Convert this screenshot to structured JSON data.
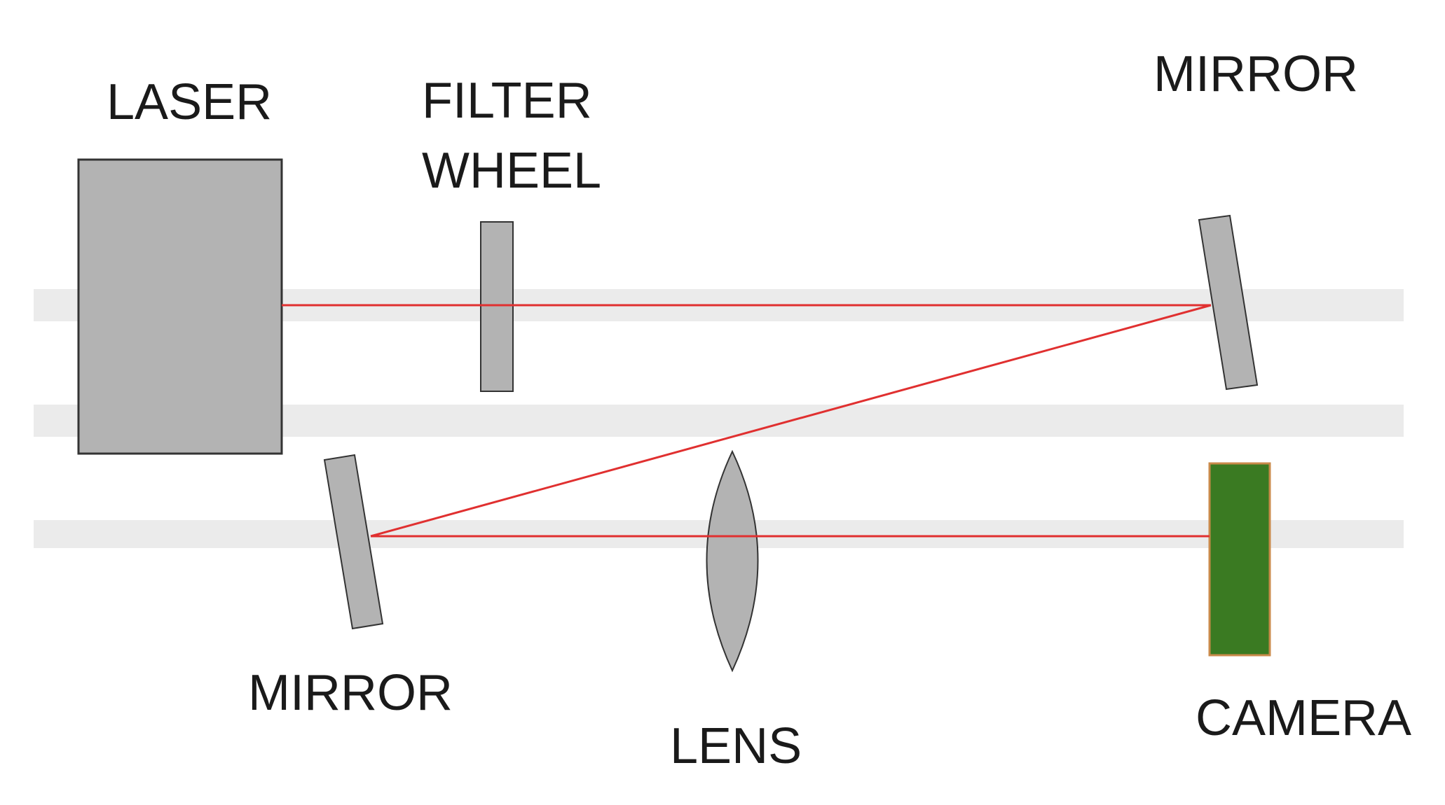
{
  "labels": {
    "laser": "LASER",
    "filter_wheel_line1": "FILTER",
    "filter_wheel_line2": "WHEEL",
    "mirror_top": "MIRROR",
    "mirror_bottom": "MIRROR",
    "lens": "LENS",
    "camera": "CAMERA"
  },
  "colors": {
    "rail": "#ebebeb",
    "component_fill": "#b3b3b3",
    "component_stroke": "#333333",
    "beam": "#e03030",
    "camera_fill": "#3a7a22",
    "camera_stroke": "#c98a4a",
    "text": "#1a1a1a"
  }
}
